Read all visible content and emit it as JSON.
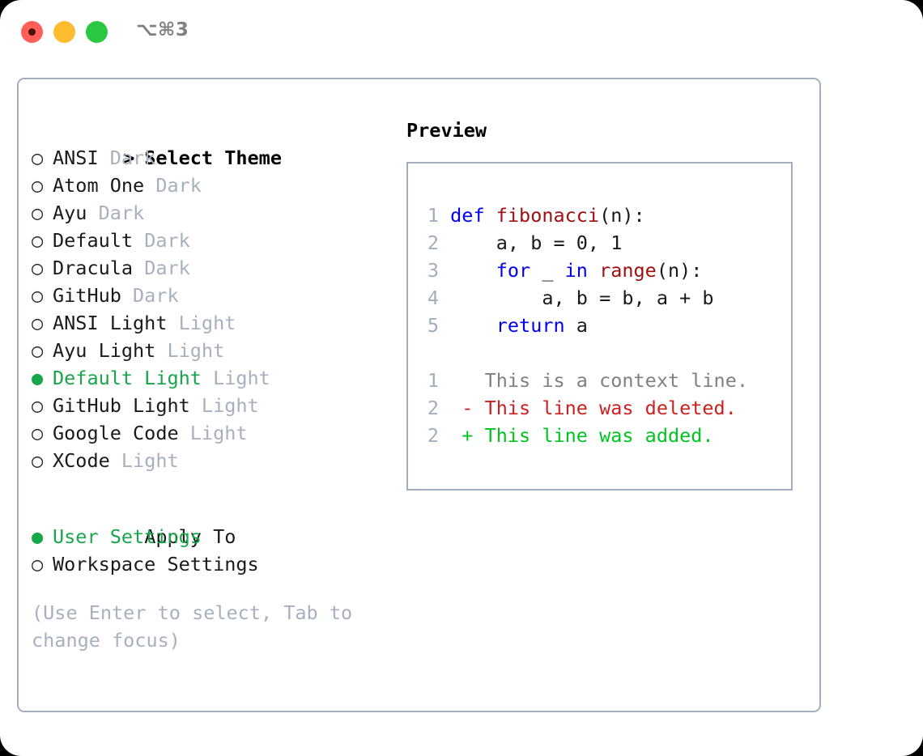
{
  "window": {
    "shortcut_label": "⌥⌘3",
    "traffic_lights": {
      "close_color": "#ff5f56",
      "minimize_color": "#febc2e",
      "maximize_color": "#28c840"
    }
  },
  "colors": {
    "accent_green": "#18a64a",
    "muted_gray": "#a8b0bd",
    "border": "#a3aebc",
    "keyword_blue": "#0000ee",
    "function_red": "#a01010",
    "diff_add_green": "#00c420",
    "diff_del_red": "#cc1f1f",
    "diff_context_gray": "#808080"
  },
  "theme_list": {
    "header": {
      "marker": ">",
      "label": "Select Theme"
    },
    "items": [
      {
        "marker": "○",
        "name": "ANSI",
        "variant": "Dark",
        "selected": false
      },
      {
        "marker": "○",
        "name": "Atom One",
        "variant": "Dark",
        "selected": false
      },
      {
        "marker": "○",
        "name": "Ayu",
        "variant": "Dark",
        "selected": false
      },
      {
        "marker": "○",
        "name": "Default",
        "variant": "Dark",
        "selected": false
      },
      {
        "marker": "○",
        "name": "Dracula",
        "variant": "Dark",
        "selected": false
      },
      {
        "marker": "○",
        "name": "GitHub",
        "variant": "Dark",
        "selected": false
      },
      {
        "marker": "○",
        "name": "ANSI Light",
        "variant": "Light",
        "selected": false
      },
      {
        "marker": "○",
        "name": "Ayu Light",
        "variant": "Light",
        "selected": false
      },
      {
        "marker": "●",
        "name": "Default Light",
        "variant": "Light",
        "selected": true
      },
      {
        "marker": "○",
        "name": "GitHub Light",
        "variant": "Light",
        "selected": false
      },
      {
        "marker": "○",
        "name": "Google Code",
        "variant": "Light",
        "selected": false
      },
      {
        "marker": "○",
        "name": "XCode",
        "variant": "Light",
        "selected": false
      }
    ]
  },
  "apply_to": {
    "header": {
      "marker": " ",
      "label": "Apply To"
    },
    "items": [
      {
        "marker": "●",
        "name": "User Settings",
        "selected": true
      },
      {
        "marker": "○",
        "name": "Workspace Settings",
        "selected": false
      }
    ]
  },
  "hint": "(Use Enter to select, Tab to change focus)",
  "preview": {
    "title": "Preview",
    "code_lines": [
      {
        "lineno": "1",
        "tokens": [
          {
            "text": "def ",
            "kind": "kw"
          },
          {
            "text": "fibonacci",
            "kind": "fn"
          },
          {
            "text": "(n):",
            "kind": "pun"
          }
        ]
      },
      {
        "lineno": "2",
        "tokens": [
          {
            "text": "    a, b = 0, 1",
            "kind": "pun"
          }
        ]
      },
      {
        "lineno": "3",
        "tokens": [
          {
            "text": "    ",
            "kind": "pun"
          },
          {
            "text": "for ",
            "kind": "kw"
          },
          {
            "text": "_ ",
            "kind": "pun"
          },
          {
            "text": "in ",
            "kind": "kw"
          },
          {
            "text": "range",
            "kind": "fn"
          },
          {
            "text": "(n):",
            "kind": "pun"
          }
        ]
      },
      {
        "lineno": "4",
        "tokens": [
          {
            "text": "        a, b = b, a + b",
            "kind": "pun"
          }
        ]
      },
      {
        "lineno": "5",
        "tokens": [
          {
            "text": "    ",
            "kind": "pun"
          },
          {
            "text": "return ",
            "kind": "kw"
          },
          {
            "text": "a",
            "kind": "pun"
          }
        ]
      }
    ],
    "diff_lines": [
      {
        "lineno": "1",
        "text": "  This is a context line.",
        "kind": "context"
      },
      {
        "lineno": "2",
        "text": "- This line was deleted.",
        "kind": "del"
      },
      {
        "lineno": "2",
        "text": "+ This line was added.",
        "kind": "add"
      }
    ]
  }
}
